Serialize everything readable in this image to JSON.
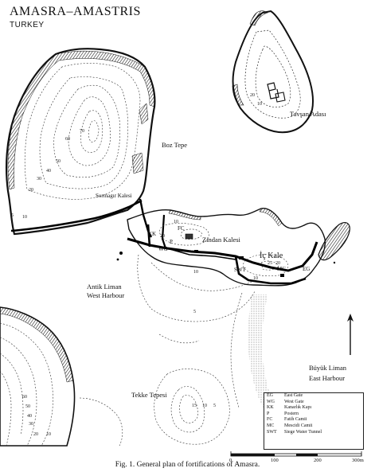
{
  "title": "AMASRA–AMASTRIS",
  "subtitle": "TURKEY",
  "caption": "Fig. 1.   General plan of fortifications of Amasra.",
  "labels": {
    "tavsan": "Tavşan Adası",
    "boz_tepe": "Boz Tepe",
    "sormagir": "Sormagır Kalesi",
    "zindan": "Zindan Kalesi",
    "ic_kale": "İç Kale",
    "antik_liman": "Antik Liman",
    "west_harbour": "West Harbour",
    "buyuk_liman": "Büyük Liman",
    "east_harbour": "East Harbour",
    "tekke": "Tekke Tepesi",
    "wg": "WG",
    "kk": "KK",
    "fc": "FC",
    "p": "P",
    "swt": "SWT",
    "mc": "MC",
    "eg": "EG"
  },
  "contours": {
    "c70": "70",
    "c60": "60",
    "c50": "50",
    "c40": "40",
    "c30": "30",
    "c20": "20",
    "c10": "10",
    "c5": "5",
    "island20": "20",
    "island10": "10",
    "zindan20": "20",
    "zindan10": "10",
    "ic25": "25",
    "ic20": "20",
    "ic10": "10",
    "antik10": "10",
    "antik5": "5",
    "tekke15": "15",
    "tekke10": "10",
    "tekke5": "5",
    "sw60": "60",
    "sw50": "50",
    "sw40": "40",
    "sw30": "30",
    "sw20": "20",
    "sw10": "10"
  },
  "legend": [
    {
      "code": "EG",
      "text": "East Gate"
    },
    {
      "code": "WG",
      "text": "West Gate"
    },
    {
      "code": "KK",
      "text": "Kanarlık Kapı"
    },
    {
      "code": "P",
      "text": "Postern"
    },
    {
      "code": "FC",
      "text": "Fatih Camii"
    },
    {
      "code": "MC",
      "text": "Mescidi Camii"
    },
    {
      "code": "SWT",
      "text": "Siege Water Tunnel"
    }
  ],
  "scale": {
    "ticks": [
      "0",
      "100",
      "200",
      "300m"
    ]
  },
  "north_arrow": "north-arrow"
}
